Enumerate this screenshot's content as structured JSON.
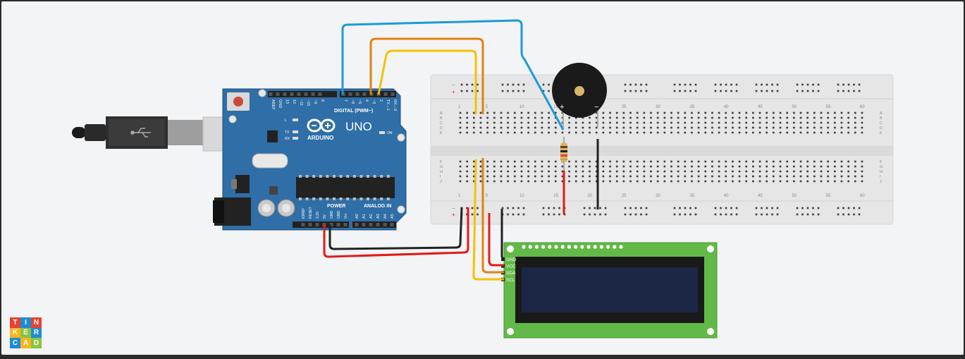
{
  "arduino": {
    "model": "UNO",
    "brand": "ARDUINO",
    "digital_label": "DIGITAL (PWM~)",
    "digital_pins": [
      "AREF",
      "GND",
      "13",
      "12",
      "~11",
      "~10",
      "~9",
      "8",
      "7",
      "~6",
      "~5",
      "4",
      "~3",
      "2",
      "TX→1",
      "RX←0"
    ],
    "power_label": "POWER",
    "power_pins": [
      "IOREF",
      "RESET",
      "3.3V",
      "5V",
      "GND",
      "GND",
      "Vin"
    ],
    "analog_label": "ANALOG IN",
    "analog_pins": [
      "A0",
      "A1",
      "A2",
      "A3",
      "A4",
      "A5"
    ],
    "led_labels": [
      "L",
      "TX",
      "RX"
    ],
    "on_label": "ON"
  },
  "breadboard": {
    "column_numbers": [
      "1",
      "5",
      "10",
      "15",
      "20",
      "25",
      "30",
      "35",
      "40",
      "45",
      "50",
      "55",
      "60"
    ],
    "row_letters_top": [
      "A",
      "B",
      "C",
      "D",
      "E"
    ],
    "row_letters_bottom": [
      "F",
      "G",
      "H",
      "I",
      "J"
    ],
    "rail_minus": "−",
    "rail_plus": "+"
  },
  "buzzer": {
    "plus": "+",
    "minus": "−"
  },
  "lcd": {
    "pins": [
      "GND",
      "VCC",
      "SDA",
      "SCL"
    ]
  },
  "logo": {
    "letters": [
      "T",
      "I",
      "N",
      "K",
      "E",
      "R",
      "C",
      "A",
      "D"
    ],
    "colors": [
      "#e8412f",
      "#1c8cd6",
      "#e8412f",
      "#f8b422",
      "#89c540",
      "#1c8cd6",
      "#1c8cd6",
      "#f8b422",
      "#89c540"
    ]
  },
  "colors": {
    "board_blue": "#2f6ea6",
    "wire_blue": "#1c9ad6",
    "wire_orange": "#e0820e",
    "wire_yellow": "#f3c200",
    "wire_red": "#e01b1b",
    "wire_black": "#222222",
    "lcd_green": "#62b947",
    "lcd_screen": "#1c2745"
  }
}
